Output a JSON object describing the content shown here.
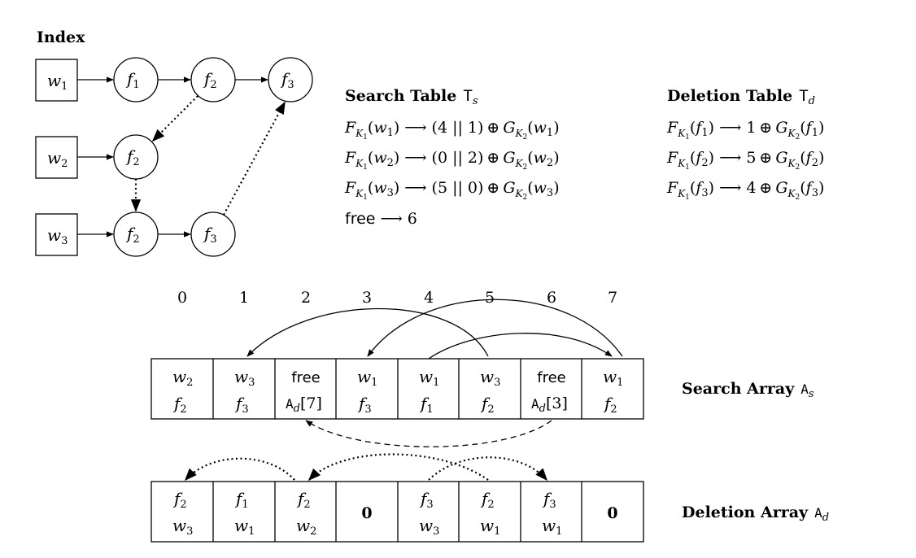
{
  "index": {
    "title": "Index",
    "rows": [
      {
        "keyword": "w1",
        "keyword_base": "w",
        "keyword_sub": "1",
        "nodes": [
          {
            "base": "f",
            "sub": "1"
          },
          {
            "base": "f",
            "sub": "2"
          },
          {
            "base": "f",
            "sub": "3"
          }
        ]
      },
      {
        "keyword": "w2",
        "keyword_base": "w",
        "keyword_sub": "2",
        "nodes": [
          {
            "base": "f",
            "sub": "2"
          }
        ]
      },
      {
        "keyword": "w3",
        "keyword_base": "w",
        "keyword_sub": "3",
        "nodes": [
          {
            "base": "f",
            "sub": "2"
          },
          {
            "base": "f",
            "sub": "3"
          }
        ]
      }
    ]
  },
  "search_table": {
    "title_word": "Search Table",
    "title_sym": "T",
    "title_sub": "s",
    "entries": [
      {
        "lhs_arg": "w",
        "lhs_arg_sub": "1",
        "tuple": "(4 || 1)",
        "g_arg": "w",
        "g_arg_sub": "1"
      },
      {
        "lhs_arg": "w",
        "lhs_arg_sub": "2",
        "tuple": "(0 || 2)",
        "g_arg": "w",
        "g_arg_sub": "2"
      },
      {
        "lhs_arg": "w",
        "lhs_arg_sub": "3",
        "tuple": "(5 || 0)",
        "g_arg": "w",
        "g_arg_sub": "3"
      }
    ],
    "free_label": "free",
    "free_value": "6"
  },
  "deletion_table": {
    "title_word": "Deletion Table",
    "title_sym": "T",
    "title_sub": "d",
    "entries": [
      {
        "lhs_arg": "f",
        "lhs_arg_sub": "1",
        "value": "1",
        "g_arg": "f",
        "g_arg_sub": "1"
      },
      {
        "lhs_arg": "f",
        "lhs_arg_sub": "2",
        "value": "5",
        "g_arg": "f",
        "g_arg_sub": "2"
      },
      {
        "lhs_arg": "f",
        "lhs_arg_sub": "3",
        "value": "4",
        "g_arg": "f",
        "g_arg_sub": "3"
      }
    ]
  },
  "array_indices": [
    "0",
    "1",
    "2",
    "3",
    "4",
    "5",
    "6",
    "7"
  ],
  "search_array": {
    "label_word": "Search Array",
    "label_sym": "A",
    "label_sub": "s",
    "cells": [
      {
        "top": {
          "base": "w",
          "sub": "2"
        },
        "bottom": {
          "base": "f",
          "sub": "2"
        }
      },
      {
        "top": {
          "base": "w",
          "sub": "3"
        },
        "bottom": {
          "base": "f",
          "sub": "3"
        }
      },
      {
        "top_free": "free",
        "bottom_ref": {
          "sym": "A",
          "sub": "d",
          "idx": "[7]"
        }
      },
      {
        "top": {
          "base": "w",
          "sub": "1"
        },
        "bottom": {
          "base": "f",
          "sub": "3"
        }
      },
      {
        "top": {
          "base": "w",
          "sub": "1"
        },
        "bottom": {
          "base": "f",
          "sub": "1"
        }
      },
      {
        "top": {
          "base": "w",
          "sub": "3"
        },
        "bottom": {
          "base": "f",
          "sub": "2"
        }
      },
      {
        "top_free": "free",
        "bottom_ref": {
          "sym": "A",
          "sub": "d",
          "idx": "[3]"
        }
      },
      {
        "top": {
          "base": "w",
          "sub": "1"
        },
        "bottom": {
          "base": "f",
          "sub": "2"
        }
      }
    ]
  },
  "deletion_array": {
    "label_word": "Deletion Array",
    "label_sym": "A",
    "label_sub": "d",
    "cells": [
      {
        "top": {
          "base": "f",
          "sub": "2"
        },
        "bottom": {
          "base": "w",
          "sub": "3"
        }
      },
      {
        "top": {
          "base": "f",
          "sub": "1"
        },
        "bottom": {
          "base": "w",
          "sub": "1"
        }
      },
      {
        "top": {
          "base": "f",
          "sub": "2"
        },
        "bottom": {
          "base": "w",
          "sub": "2"
        }
      },
      {
        "zero": "0"
      },
      {
        "top": {
          "base": "f",
          "sub": "3"
        },
        "bottom": {
          "base": "w",
          "sub": "3"
        }
      },
      {
        "top": {
          "base": "f",
          "sub": "2"
        },
        "bottom": {
          "base": "w",
          "sub": "1"
        }
      },
      {
        "top": {
          "base": "f",
          "sub": "3"
        },
        "bottom": {
          "base": "w",
          "sub": "1"
        }
      },
      {
        "zero": "0"
      }
    ]
  },
  "formula_symbols": {
    "F": "F",
    "G": "G",
    "K": "K",
    "k1": "1",
    "k2": "2",
    "arrow": "⟶",
    "oplus": "⊕"
  }
}
